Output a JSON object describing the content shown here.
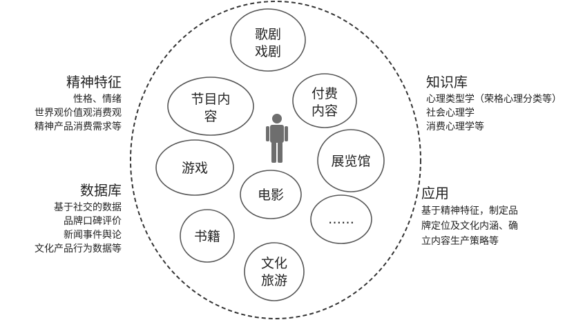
{
  "diagram": {
    "nodes": [
      {
        "id": "opera",
        "lines": [
          "歌剧",
          "戏剧"
        ]
      },
      {
        "id": "program",
        "lines": [
          "节目内",
          "容"
        ]
      },
      {
        "id": "paid",
        "lines": [
          "付费",
          "内容"
        ]
      },
      {
        "id": "exhibition",
        "lines": [
          "展览馆"
        ]
      },
      {
        "id": "game",
        "lines": [
          "游戏"
        ]
      },
      {
        "id": "movie",
        "lines": [
          "电影"
        ]
      },
      {
        "id": "book",
        "lines": [
          "书籍"
        ]
      },
      {
        "id": "more",
        "lines": [
          "……"
        ]
      },
      {
        "id": "tourism",
        "lines": [
          "文化",
          "旅游"
        ]
      }
    ],
    "center_icon": "person-icon"
  },
  "left_top": {
    "title": "精神特征",
    "lines": [
      "性格、情绪",
      "世界观价值观消费观",
      "精神产品消费需求等"
    ]
  },
  "left_bottom": {
    "title": "数据库",
    "lines": [
      "基于社交的数据",
      "品牌口碑评价",
      "新闻事件舆论",
      "文化产品行为数据等"
    ]
  },
  "right_top": {
    "title": "知识库",
    "lines": [
      "心理类型学（荣格心理分类等）",
      "社会心理学",
      "消费心理学等"
    ]
  },
  "right_bottom": {
    "title": "应用",
    "lines": [
      "基于精神特征，制定品",
      "牌定位及文化内涵、确",
      "立内容生产策略等"
    ]
  }
}
